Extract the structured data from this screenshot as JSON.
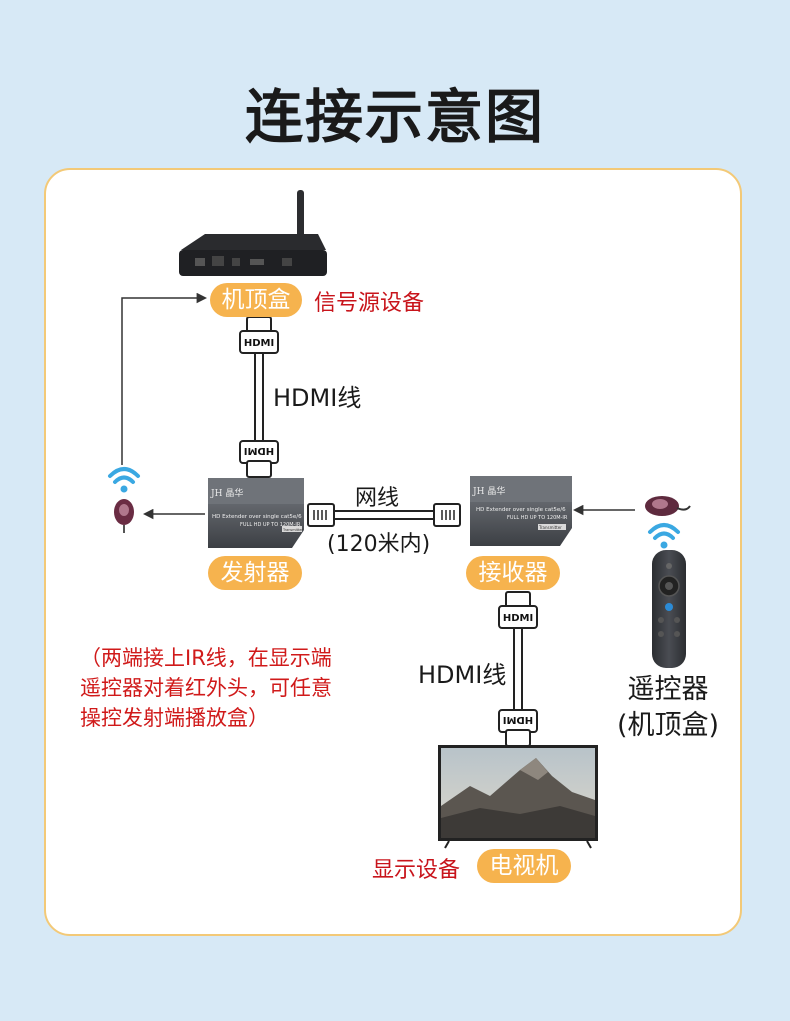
{
  "title": "连接示意图",
  "set_top_box": {
    "label": "机顶盒",
    "caption": "信号源设备"
  },
  "cable_top": {
    "plug_label": "HDMI",
    "label": "HDMI线"
  },
  "transmitter": {
    "label": "发射器",
    "brand": "JH 晶华",
    "line1": "HD Extender over single cat5e/6",
    "line2": "FULL HD UP TO 120M-IR",
    "tag": "Transmitter"
  },
  "receiver": {
    "label": "接收器",
    "brand": "JH 晶华",
    "line1": "HD Extender over single cat5e/6",
    "line2": "FULL HD UP TO 120M-IR",
    "tag": "Transmitter"
  },
  "network": {
    "label": "网线",
    "range": "(120米内)"
  },
  "cable_bottom": {
    "plug_label": "HDMI",
    "label": "HDMI线"
  },
  "tv": {
    "label": "电视机",
    "caption": "显示设备"
  },
  "remote": {
    "line1": "遥控器",
    "line2": "(机顶盒)"
  },
  "note": {
    "line1": "（两端接上IR线，在显示端",
    "line2": "遥控器对着红外头，可任意",
    "line3": "操控发射端播放盒）"
  },
  "colors": {
    "accent": "#f6b34e",
    "red": "#c8141b",
    "panel_border": "#f3c977",
    "background": "#d7e9f6"
  }
}
